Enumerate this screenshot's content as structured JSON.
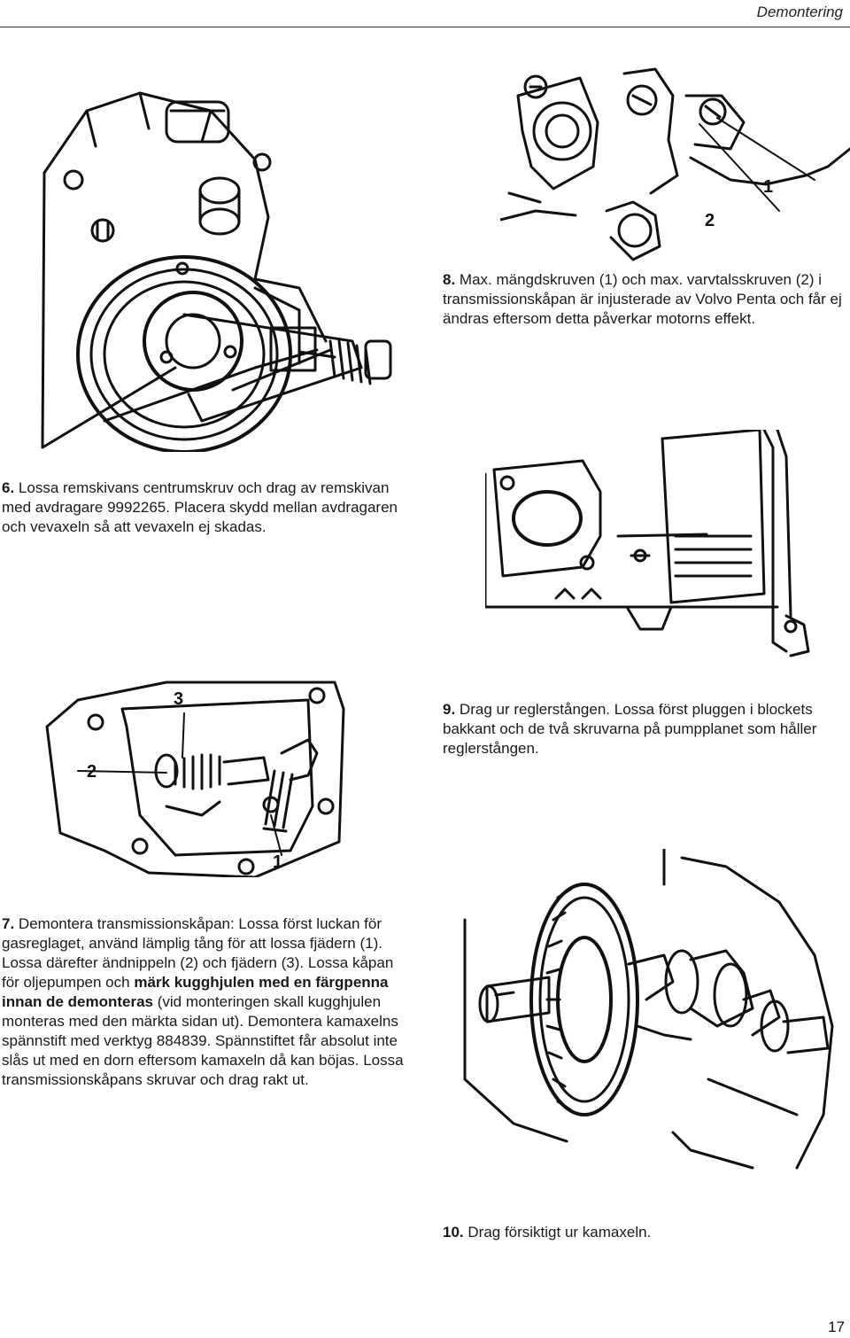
{
  "header": {
    "section": "Demontering"
  },
  "captions": {
    "step8": {
      "num": "8.",
      "text": "Max. mängdskruven (1) och max. varvtalsskruven (2) i transmissionskåpan är injusterade av Volvo Penta och får ej ändras eftersom detta påverkar motorns effekt."
    },
    "step6": {
      "num": "6.",
      "text": "Lossa remskivans centrumskruv och drag av remskivan med avdragare 9992265. Placera skydd mellan avdragaren och vevaxeln så att vevaxeln ej skadas."
    },
    "step9": {
      "num": "9.",
      "text": "Drag ur reglerstången. Lossa först pluggen i blockets bakkant och de två skruvarna på pumpplanet som håller reglerstången."
    },
    "step7": {
      "num": "7.",
      "text_a": "Demontera transmissionskåpan: Lossa först luckan för gasreglaget, använd lämplig tång för att lossa fjädern (1). Lossa därefter ändnippeln (2) och fjädern (3). Lossa kåpan för oljepumpen och",
      "text_bold": "märk kugghjulen med en färgpenna innan de demonteras",
      "text_b": "(vid monteringen skall kugghjulen monteras med den märkta sidan ut). Demontera kamaxelns spännstift med verktyg 884839. Spännstiftet får absolut inte slås ut med en dorn eftersom kamaxeln då kan böjas. Lossa transmissionskåpans skruvar och drag rakt ut."
    },
    "step10": {
      "num": "10.",
      "text": "Drag försiktigt ur kamaxeln."
    }
  },
  "callouts": {
    "fig8_1": "1",
    "fig8_2": "2",
    "fig7_1": "1",
    "fig7_2": "2",
    "fig7_3": "3"
  },
  "page": {
    "number": "17"
  }
}
